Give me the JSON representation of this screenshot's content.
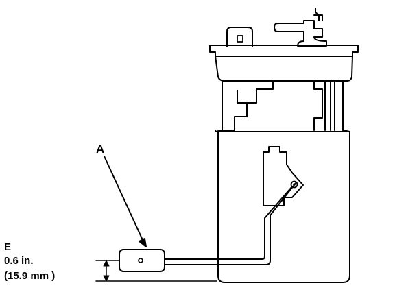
{
  "callout_label": "A",
  "dimension": {
    "label": "E",
    "inches": "0.6 in.",
    "millimeters": "(15.9 mm )"
  },
  "colors": {
    "line": "#000000",
    "background": "#ffffff"
  }
}
